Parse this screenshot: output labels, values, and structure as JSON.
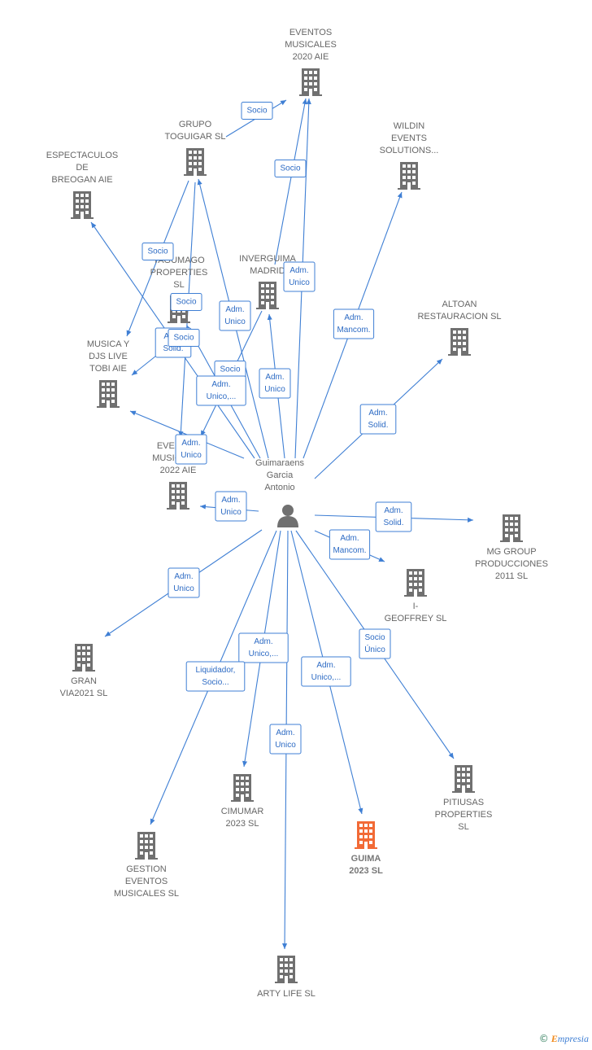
{
  "person": {
    "label": [
      "Guimaraens",
      "Garcia",
      "Antonio"
    ]
  },
  "nodes": [
    {
      "id": "eventos2020",
      "label": [
        "EVENTOS",
        "MUSICALES",
        "2020 AIE"
      ],
      "highlight": false
    },
    {
      "id": "toguigar",
      "label": [
        "GRUPO",
        "TOGUIGAR SL"
      ],
      "highlight": false
    },
    {
      "id": "espectaculos",
      "label": [
        "ESPECTACULOS",
        "DE",
        "BREOGAN AIE"
      ],
      "highlight": false
    },
    {
      "id": "wildin",
      "label": [
        "WILDIN",
        "EVENTS",
        "SOLUTIONS..."
      ],
      "highlight": false
    },
    {
      "id": "tagumago",
      "label": [
        "TAGUMAGO",
        "PROPERTIES",
        "SL"
      ],
      "highlight": false
    },
    {
      "id": "inverguima",
      "label": [
        "INVERGUIMA",
        "MADRID"
      ],
      "highlight": false
    },
    {
      "id": "altoan",
      "label": [
        "ALTOAN",
        "RESTAURACION SL"
      ],
      "highlight": false
    },
    {
      "id": "musicadjs",
      "label": [
        "MUSICA Y",
        "DJS LIVE",
        "TOBI AIE"
      ],
      "highlight": false
    },
    {
      "id": "eventos2022",
      "label": [
        "EVENTOS",
        "MUSICALES",
        "2022 AIE"
      ],
      "highlight": false
    },
    {
      "id": "mggroup",
      "label": [
        "MG GROUP",
        "PRODUCCIONES",
        "2011 SL"
      ],
      "highlight": false
    },
    {
      "id": "geoffrey",
      "label": [
        "I-",
        "GEOFFREY SL"
      ],
      "highlight": false
    },
    {
      "id": "granvia",
      "label": [
        "GRAN",
        "VIA2021 SL"
      ],
      "highlight": false
    },
    {
      "id": "pitiusas",
      "label": [
        "PITIUSAS",
        "PROPERTIES",
        "SL"
      ],
      "highlight": false
    },
    {
      "id": "cimumar",
      "label": [
        "CIMUMAR",
        "2023 SL"
      ],
      "highlight": false
    },
    {
      "id": "guima",
      "label": [
        "GUIMA",
        "2023 SL"
      ],
      "highlight": true
    },
    {
      "id": "gestion",
      "label": [
        "GESTION",
        "EVENTOS",
        "MUSICALES SL"
      ],
      "highlight": false
    },
    {
      "id": "artylife",
      "label": [
        "ARTY LIFE SL"
      ],
      "highlight": false
    }
  ],
  "edges": [
    {
      "id": "toguigar-eventos2020",
      "label": [
        "Socio"
      ]
    },
    {
      "id": "inverguima-eventos2020",
      "label": [
        "Socio"
      ]
    },
    {
      "id": "person-eventos2020",
      "label": [
        "Adm.",
        "Unico"
      ]
    },
    {
      "id": "toguigar-musicadjs",
      "label": [
        "Socio"
      ]
    },
    {
      "id": "toguigar-eventos2022",
      "label": [
        "Socio"
      ]
    },
    {
      "id": "person-toguigar",
      "label": [
        "Adm.",
        "Unico"
      ]
    },
    {
      "id": "person-espectaculos",
      "label": [
        "Adm.",
        "Solid."
      ]
    },
    {
      "id": "tagumago-musicadjs",
      "label": [
        "Socio"
      ]
    },
    {
      "id": "person-wildin",
      "label": [
        "Adm.",
        "Mancom."
      ]
    },
    {
      "id": "person-altoan",
      "label": [
        "Adm.",
        "Solid."
      ]
    },
    {
      "id": "person-inverguima",
      "label": [
        "Adm.",
        "Unico"
      ]
    },
    {
      "id": "inverguima-eventos2022",
      "label": [
        "Socio"
      ]
    },
    {
      "id": "person-tagumago",
      "label": [
        "Adm.",
        "Unico,..."
      ]
    },
    {
      "id": "person-musicadjs",
      "label": [
        "Adm.",
        "Unico"
      ]
    },
    {
      "id": "person-eventos2022",
      "label": [
        "Adm.",
        "Unico"
      ]
    },
    {
      "id": "person-mggroup",
      "label": [
        "Adm.",
        "Solid."
      ]
    },
    {
      "id": "person-geoffrey",
      "label": [
        "Adm.",
        "Mancom."
      ]
    },
    {
      "id": "person-granvia",
      "label": [
        "Adm.",
        "Unico"
      ]
    },
    {
      "id": "person-pitiusas",
      "label": [
        "Socio",
        "Único"
      ]
    },
    {
      "id": "person-cimumar",
      "label": [
        "Adm.",
        "Unico,..."
      ]
    },
    {
      "id": "person-guima",
      "label": [
        "Adm.",
        "Unico,..."
      ]
    },
    {
      "id": "person-gestion",
      "label": [
        "Liquidador,",
        "Socio..."
      ]
    },
    {
      "id": "person-artylife",
      "label": [
        "Adm.",
        "Unico"
      ]
    }
  ],
  "colors": {
    "edge": "#3f7fd4",
    "building": "#707070",
    "highlight": "#f26a36",
    "person": "#707070"
  },
  "watermark": {
    "copyright": "©",
    "brand_initial": "E",
    "brand_rest": "mpresia"
  }
}
